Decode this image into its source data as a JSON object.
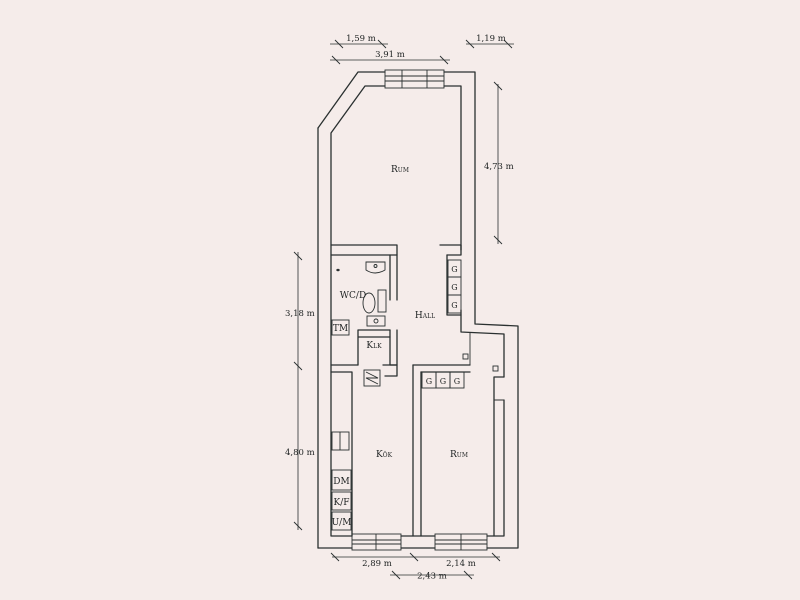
{
  "rooms": {
    "rum_top": "Rum",
    "wc_d": "WC/D",
    "hall": "Hall",
    "klk": "Klk",
    "kok": "Kök",
    "rum_bottom": "Rum"
  },
  "fixtures": {
    "tm": "TM",
    "dm": "DM",
    "kf": "K/F",
    "um": "U/M",
    "wardrobe": "G"
  },
  "dimensions": {
    "top_left": "1,59 m",
    "top_width": "3,91 m",
    "top_right": "1,19 m",
    "right_height": "4,73 m",
    "left_upper": "3,18 m",
    "left_lower": "4,80 m",
    "bottom_left": "2,89 m",
    "bottom_right": "2,14 m",
    "bottom_total": "2,43 m"
  },
  "colors": {
    "background": "#f5ecea",
    "ink": "#2a3030"
  }
}
